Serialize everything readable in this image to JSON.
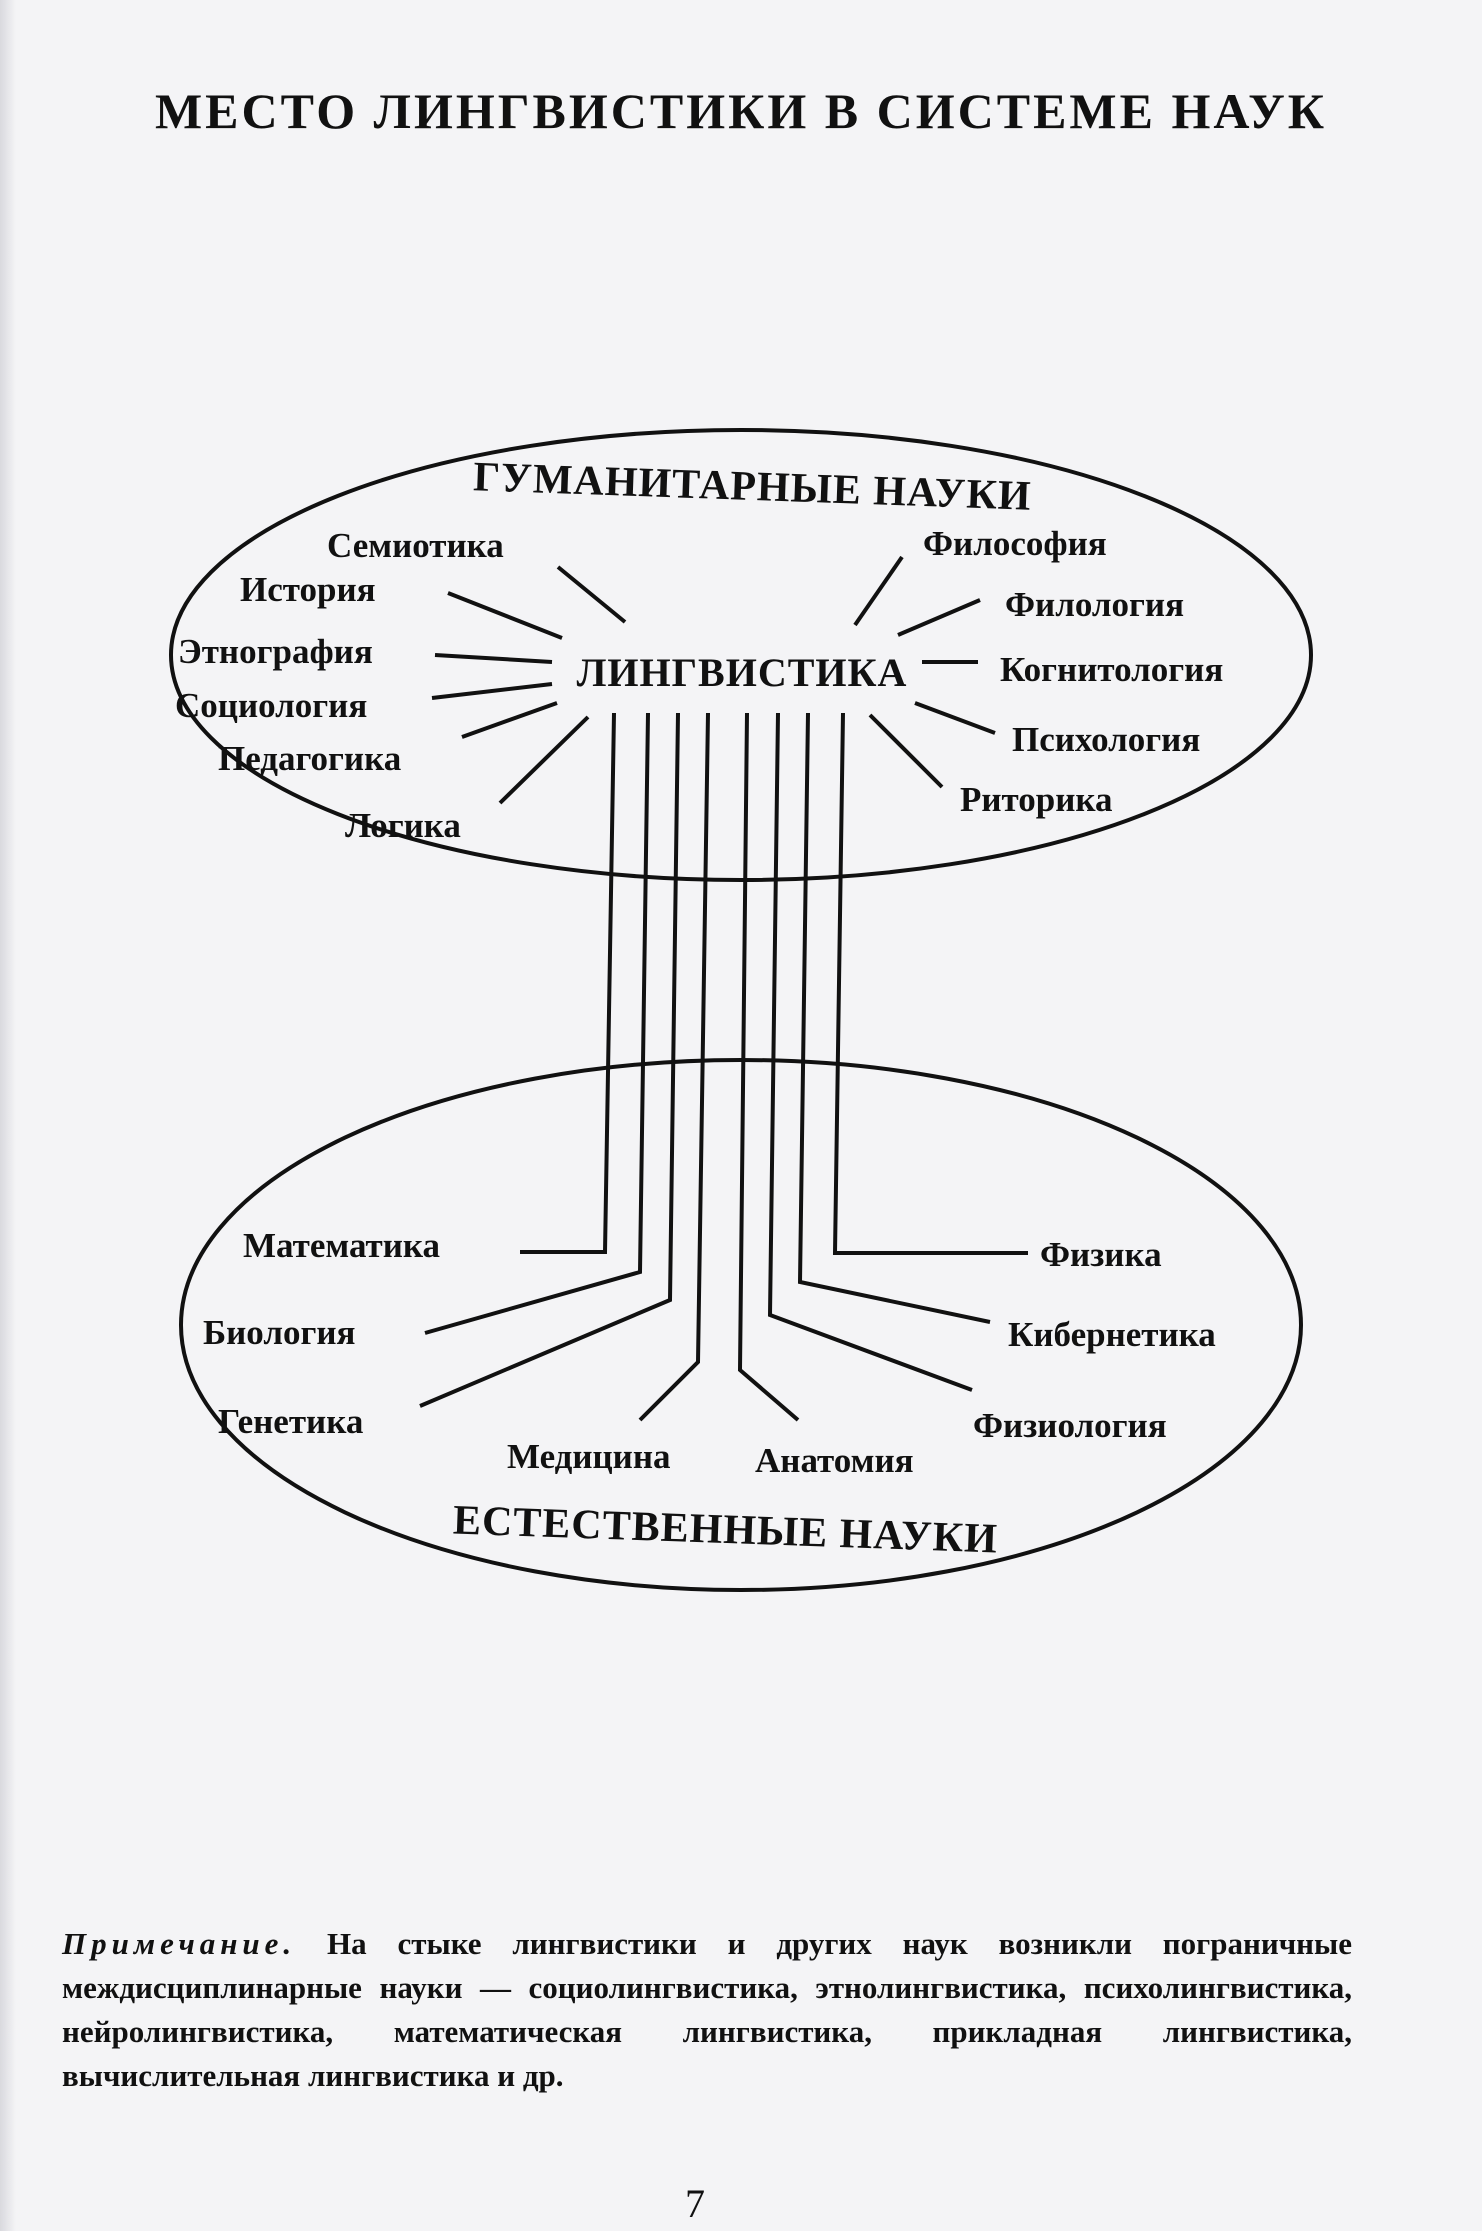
{
  "title": "МЕСТО ЛИНГВИСТИКИ В СИСТЕМЕ НАУК",
  "diagram": {
    "center": "ЛИНГВИСТИКА",
    "humanities": {
      "title": "ГУМАНИТАРНЫЕ НАУКИ",
      "left": [
        "Семиотика",
        "История",
        "Этнография",
        "Социология",
        "Педагогика",
        "Логика"
      ],
      "right": [
        "Философия",
        "Филология",
        "Когнитология",
        "Психология",
        "Риторика"
      ]
    },
    "natural": {
      "title": "ЕСТЕСТВЕННЫЕ НАУКИ",
      "left": [
        "Математика",
        "Биология",
        "Генетика",
        "Медицина"
      ],
      "right": [
        "Анатомия",
        "Физиология",
        "Кибернетика",
        "Физика"
      ]
    }
  },
  "note": {
    "heading": "Примечание.",
    "text": "На стыке лингвистики и других наук возникли пограничные междисциплинарные науки — социолингвистика, этнолингвистика, психолингвистика, нейролингвистика, математическая лингвистика, прикладная лингвистика, вычислительная лингвистика и др."
  },
  "page_number": "7"
}
